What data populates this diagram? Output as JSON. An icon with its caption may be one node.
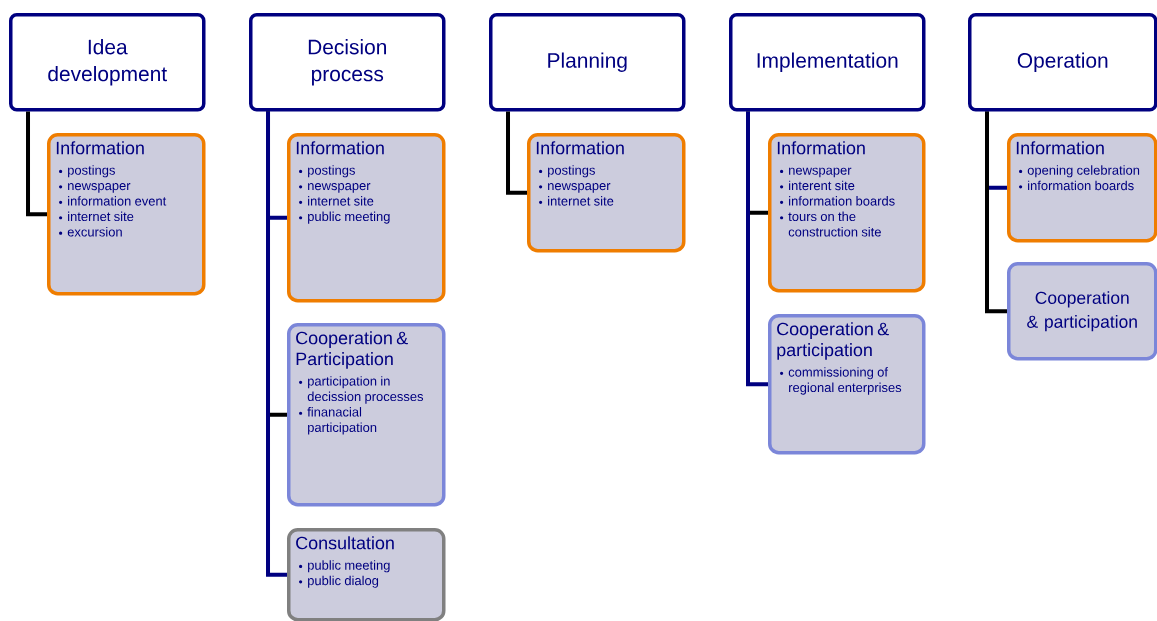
{
  "diagram": {
    "nodes": [
      {
        "text": [
          "Idea development"
        ]
      },
      {
        "text": [
          "Decision process"
        ]
      },
      {
        "text": [
          "Planning"
        ]
      },
      {
        "text": [
          "Implementation"
        ]
      },
      {
        "text": [
          "Operation"
        ]
      },
      {
        "text": [
          "Information",
          "postings",
          "newspaper",
          "information event",
          "internet site",
          "excursion"
        ]
      },
      {
        "text": [
          "Information",
          "postings",
          "newspaper",
          "internet site",
          "public meeting"
        ]
      },
      {
        "text": [
          "Cooperation & Participation",
          "participation in decission processes",
          "finanacial participation"
        ]
      },
      {
        "text": [
          "Consultation",
          "public meeting",
          "public dialog"
        ]
      },
      {
        "text": [
          "Information",
          "postings",
          "newspaper",
          "internet site"
        ]
      },
      {
        "text": [
          "Information",
          "newspaper",
          "interent site",
          "information boards",
          "tours on the construction site"
        ]
      },
      {
        "text": [
          "Cooperation & participation",
          "commissioning of regional enterprises"
        ]
      },
      {
        "text": [
          "Information",
          "opening celebration",
          "information boards"
        ]
      },
      {
        "text": [
          "Cooperation & participation"
        ]
      }
    ],
    "edges": [
      {
        "from": 0,
        "to": 5,
        "arrow": "none"
      },
      {
        "from": 1,
        "to": 6,
        "arrow": "none",
        "color": "#000080"
      },
      {
        "from": 1,
        "to": 7,
        "arrow": "none"
      },
      {
        "from": 1,
        "to": 8,
        "arrow": "none",
        "color": "#000080"
      },
      {
        "from": 2,
        "to": 9,
        "arrow": "none"
      },
      {
        "from": 3,
        "to": 10,
        "arrow": "none"
      },
      {
        "from": 3,
        "to": 11,
        "arrow": "none",
        "color": "#000080"
      },
      {
        "from": 4,
        "to": 12,
        "arrow": "none",
        "color": "#000080"
      },
      {
        "from": 4,
        "to": 13,
        "arrow": "none"
      }
    ]
  }
}
